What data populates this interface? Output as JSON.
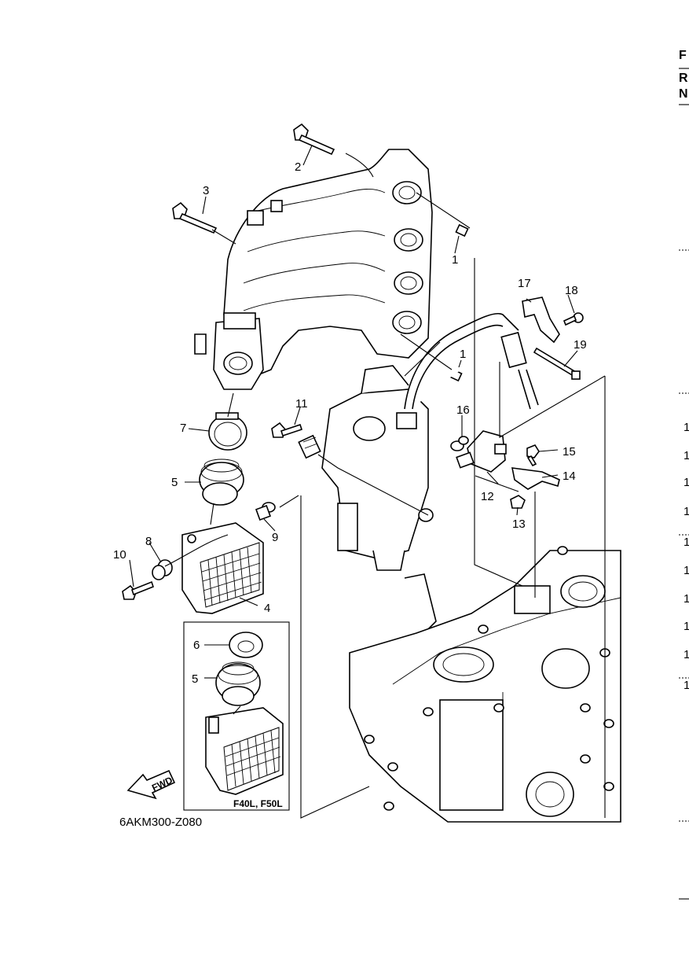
{
  "diagram_code": "6AKM300-Z080",
  "inset_label": "F40L, F50L",
  "fwd_label": "FWD",
  "edge_text": {
    "top": [
      "F",
      "R",
      "N"
    ],
    "side": [
      "1",
      "1",
      "1",
      "1",
      "1",
      "1",
      "1",
      "1",
      "1",
      "1"
    ]
  },
  "callouts": {
    "c1a": "1",
    "c1b": "1",
    "c2": "2",
    "c3": "3",
    "c4": "4",
    "c5a": "5",
    "c5b": "5",
    "c6": "6",
    "c7": "7",
    "c8": "8",
    "c9": "9",
    "c10": "10",
    "c11": "11",
    "c12": "12",
    "c13": "13",
    "c14": "14",
    "c15": "15",
    "c16": "16",
    "c17": "17",
    "c18": "18",
    "c19": "19"
  }
}
